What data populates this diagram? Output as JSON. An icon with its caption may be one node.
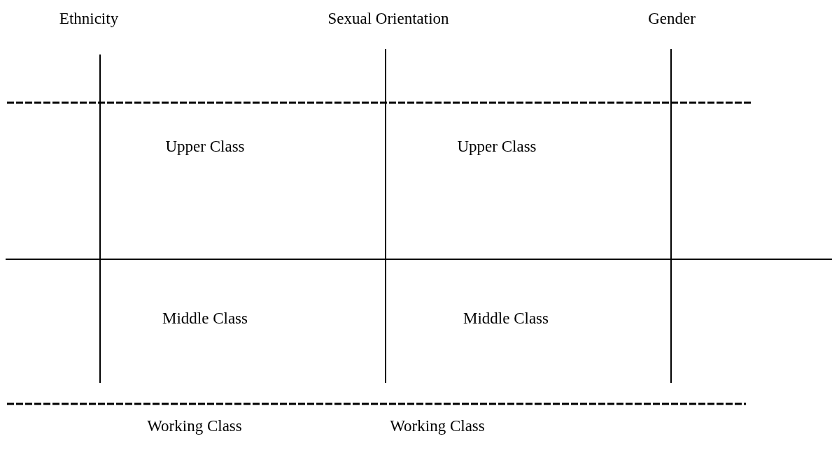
{
  "diagram": {
    "labels": [
      "Ethnicity",
      "Sexual Orientation",
      "Gender",
      "Upper Class",
      "Upper Class",
      "Middle Class",
      "Middle Class",
      "Working Class",
      "Working Class"
    ]
  }
}
